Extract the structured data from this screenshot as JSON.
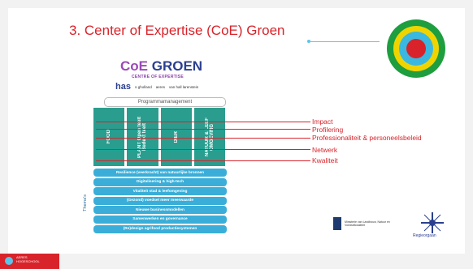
{
  "slide": {
    "title": "3.  Center of Expertise (CoE) Groen",
    "colors": {
      "accent_red": "#d8232a",
      "teal": "#2a9d8f",
      "blue": "#3aaed8"
    }
  },
  "coe": {
    "logo_coe": "CoE",
    "logo_groen": "GROEN",
    "subtitle": "CENTRE OF EXPERTISE",
    "partners": [
      "has",
      "s·gholland",
      "aeres",
      "van hall larenstein"
    ],
    "programmamanagement": "Programmamanagement",
    "pillars": [
      "FOOD",
      "PLANT Open teelt Bedekt teelt",
      "DIER",
      "NATUUR & LEEF OMGEVING"
    ],
    "themas_label": "Thema's",
    "themes": [
      "Resilience (veerkracht) van natuurlijke bronnen",
      "Digitalisering & high-tech",
      "Vitaliteit stad & leefomgeving",
      "(Gezond) voedsel meer meerwaarde",
      "Nieuwe businessmodellen",
      "Samenwerken en governance",
      "(Re)design agrifood productiesystemen"
    ]
  },
  "annotations": [
    "Impact",
    "Profilering",
    "Professionaliteit & personeelsbeleid",
    "Netwerk",
    "Kwaliteit"
  ],
  "logos": {
    "rijk_text": "Ministerie van Landbouw, Natuur en Voedselkwaliteit",
    "sia_text": "Regieorgaan"
  },
  "footer": {
    "text": "AERES HOGESCHOOL"
  }
}
